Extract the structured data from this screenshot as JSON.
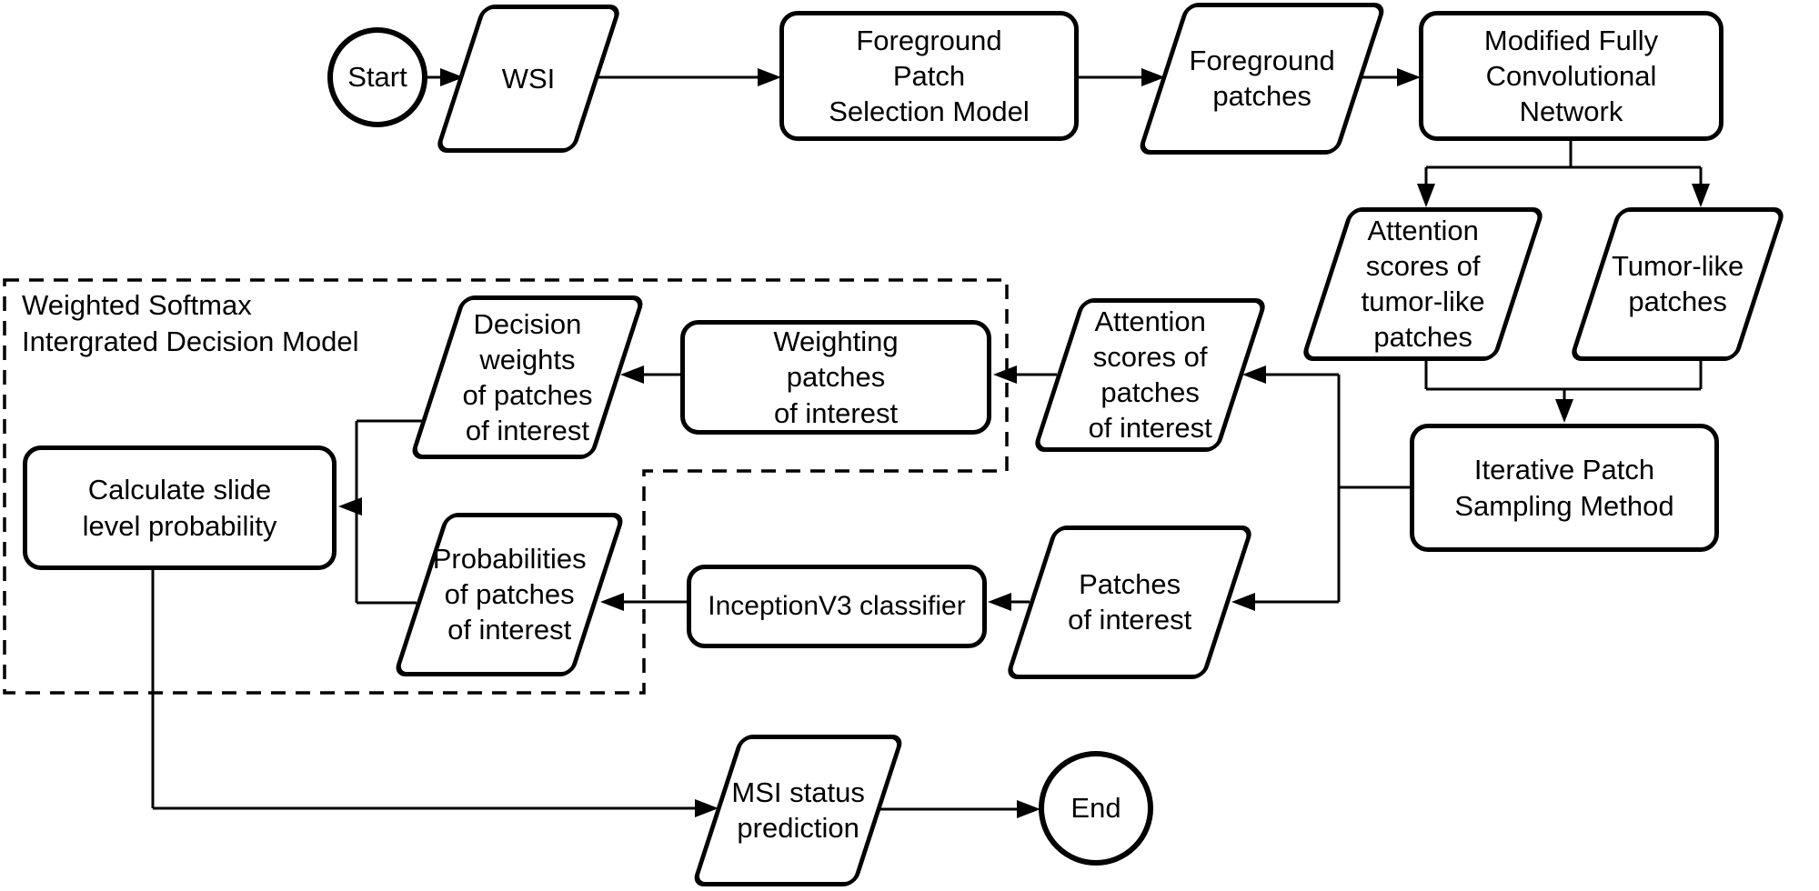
{
  "diagram": {
    "group_label": "Weighted Softmax\nIntergrated Decision Model",
    "colors": {
      "stroke": "#000000",
      "background": "#ffffff"
    },
    "nodes": {
      "start": {
        "label": "Start",
        "shape": "terminator"
      },
      "wsi": {
        "label": "WSI",
        "shape": "data"
      },
      "foreground_patch_selection_model": {
        "label": "Foreground\nPatch\nSelection Model",
        "shape": "process"
      },
      "foreground_patches": {
        "label": "Foreground\npatches",
        "shape": "data"
      },
      "modified_fully_convolutional_network": {
        "label": "Modified Fully\nConvolutional\nNetwork",
        "shape": "process"
      },
      "attention_scores_tumor_like": {
        "label": "Attention\nscores of\ntumor-like\npatches",
        "shape": "data"
      },
      "tumor_like_patches": {
        "label": "Tumor-like\npatches",
        "shape": "data"
      },
      "iterative_patch_sampling_method": {
        "label": "Iterative Patch\nSampling Method",
        "shape": "process"
      },
      "attention_scores_poi": {
        "label": "Attention\nscores of\npatches\nof interest",
        "shape": "data"
      },
      "weighting_patches_of_interest": {
        "label": "Weighting\npatches\nof interest",
        "shape": "process"
      },
      "decision_weights": {
        "label": "Decision\nweights\nof patches\nof interest",
        "shape": "data"
      },
      "calculate_slide_level_probability": {
        "label": "Calculate slide\nlevel probability",
        "shape": "process"
      },
      "probabilities_of_patches": {
        "label": "Probabilities\nof patches\nof interest",
        "shape": "data"
      },
      "inceptionv3_classifier": {
        "label": "InceptionV3 classifier",
        "shape": "process"
      },
      "patches_of_interest": {
        "label": "Patches\nof interest",
        "shape": "data"
      },
      "msi_status_prediction": {
        "label": "MSI status\nprediction",
        "shape": "data"
      },
      "end": {
        "label": "End",
        "shape": "terminator"
      }
    },
    "edges": [
      {
        "from": "start",
        "to": "wsi"
      },
      {
        "from": "wsi",
        "to": "foreground_patch_selection_model"
      },
      {
        "from": "foreground_patch_selection_model",
        "to": "foreground_patches"
      },
      {
        "from": "foreground_patches",
        "to": "modified_fully_convolutional_network"
      },
      {
        "from": "modified_fully_convolutional_network",
        "to": "attention_scores_tumor_like"
      },
      {
        "from": "modified_fully_convolutional_network",
        "to": "tumor_like_patches"
      },
      {
        "from": "attention_scores_tumor_like",
        "to": "iterative_patch_sampling_method"
      },
      {
        "from": "tumor_like_patches",
        "to": "iterative_patch_sampling_method"
      },
      {
        "from": "iterative_patch_sampling_method",
        "to": "attention_scores_poi"
      },
      {
        "from": "iterative_patch_sampling_method",
        "to": "patches_of_interest"
      },
      {
        "from": "attention_scores_poi",
        "to": "weighting_patches_of_interest"
      },
      {
        "from": "weighting_patches_of_interest",
        "to": "decision_weights"
      },
      {
        "from": "patches_of_interest",
        "to": "inceptionv3_classifier"
      },
      {
        "from": "inceptionv3_classifier",
        "to": "probabilities_of_patches"
      },
      {
        "from": "decision_weights",
        "to": "calculate_slide_level_probability"
      },
      {
        "from": "probabilities_of_patches",
        "to": "calculate_slide_level_probability"
      },
      {
        "from": "calculate_slide_level_probability",
        "to": "msi_status_prediction"
      },
      {
        "from": "msi_status_prediction",
        "to": "end"
      }
    ]
  }
}
